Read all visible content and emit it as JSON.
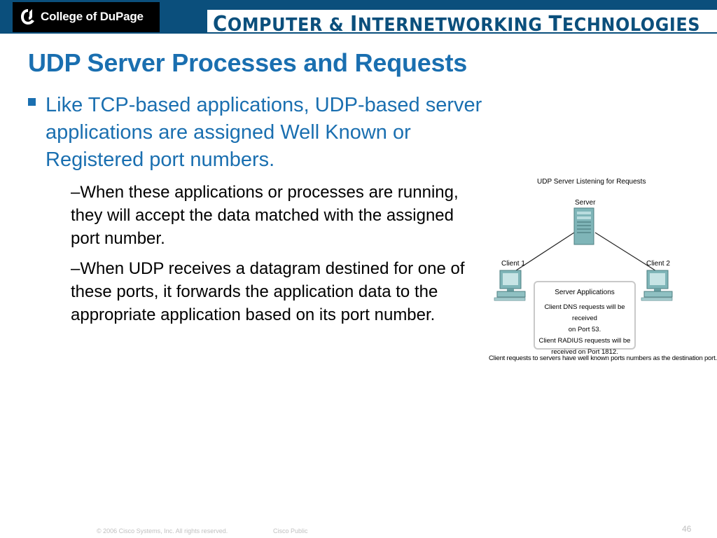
{
  "header": {
    "logo_text": "College of DuPage",
    "banner": {
      "parts": [
        {
          "cap": "C",
          "rest": "OMPUTER & "
        },
        {
          "cap": "I",
          "rest": "NTERNETWORKING "
        },
        {
          "cap": "T",
          "rest": "ECHNOLOGIES"
        }
      ]
    },
    "colors": {
      "band": "#0b4f7c",
      "logo_bg": "#000000"
    },
    "icons": {
      "logo": "college-logo-icon"
    }
  },
  "slide": {
    "title": "UDP Server Processes and Requests",
    "bullet": "Like TCP-based applications, UDP-based server applications are assigned Well Known or Registered port numbers.",
    "subpoints": [
      "–When these applications or processes are running, they will accept the data matched with the assigned port number.",
      "–When UDP receives a datagram destined for one of these ports, it forwards the application data to the appropriate application based on its port number."
    ],
    "colors": {
      "title": "#1a6fb0",
      "text": "#000000"
    }
  },
  "figure": {
    "title": "UDP Server Listening for Requests",
    "server_label": "Server",
    "client1_label": "Client 1",
    "client2_label": "Client 2",
    "apps_title": "Server Applications",
    "apps_lines": [
      "Client DNS requests will be received",
      "on Port 53.",
      "Client RADIUS requests will be",
      "received on Port 1812."
    ],
    "caption": "Client requests to servers have well known ports numbers as the destination port.",
    "icons": {
      "server": "server-tower-icon",
      "client": "desktop-computer-icon"
    }
  },
  "footer": {
    "copyright": "© 2006 Cisco Systems, Inc. All rights reserved.",
    "classification": "Cisco Public",
    "page_number": "46"
  }
}
